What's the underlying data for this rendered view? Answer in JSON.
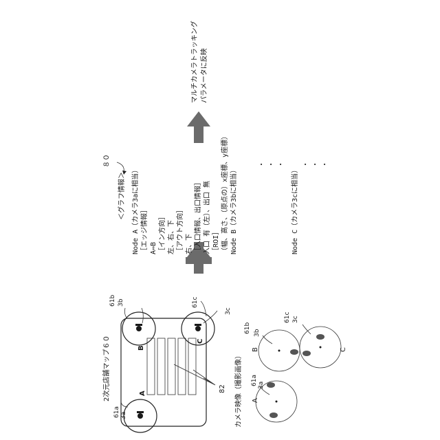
{
  "colors": {
    "ink": "#1a1a1a",
    "arrow": "#6b6b6b",
    "paper": "#ffffff"
  },
  "map": {
    "title": "2次元店舗マップ６０",
    "ref_61a": "61a",
    "ref_3a": "3a",
    "ref_61b": "61b",
    "ref_3b": "3b",
    "ref_61c": "61c",
    "ref_3c": "3c",
    "node_a": "A",
    "node_b": "B",
    "node_c": "C",
    "shelves_ref": "82"
  },
  "camera_video": {
    "title": "カメラ映像（撮影画像）",
    "ref_61a": "61a",
    "ref_3a": "3a",
    "ref_61b": "61b",
    "ref_3b": "3b",
    "ref_61c": "61c",
    "ref_3c": "3c",
    "label_a": "A",
    "label_b": "B",
    "label_c": "C"
  },
  "graph": {
    "ref": "８０",
    "title": "＜グラフ情報＞",
    "lines": [
      "Node A（カメラ3aに相当）",
      "［エッジ情報］",
      "A⇔B",
      "［イン方向］",
      "左、右、下",
      "［アウト方向］",
      "右、下",
      "［入口情報、出口情報］",
      "入口 有（左）、出口 無",
      "［ROI］",
      "（幅、高さ、（原点の）x座標、y座標）",
      "Node B（カメラ3bに相当）"
    ],
    "dots_1": "・",
    "dots_2": "・",
    "dots_3": "・",
    "node_c_line": "Node C（カメラ3cに相当）"
  },
  "result": {
    "line1": "マルチカメラトラッキング",
    "line2": "パラメータに反映"
  }
}
